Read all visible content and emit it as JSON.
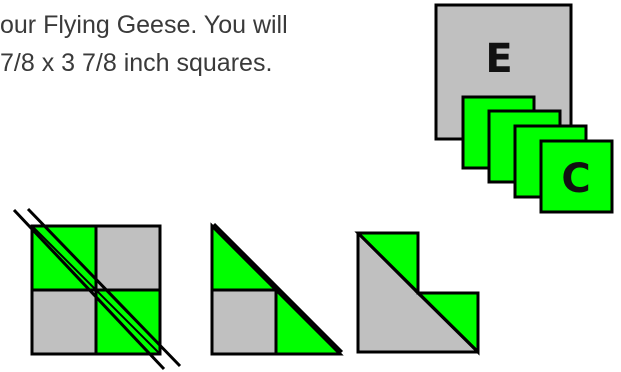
{
  "instructions": {
    "line1": "our Flying Geese. You will",
    "line2": "7/8 x 3 7/8 inch squares."
  },
  "labels": {
    "large_square": "E",
    "small_square": "C"
  },
  "colors": {
    "gray": "#c0c0c0",
    "green": "#00ff00",
    "outline": "#000000"
  }
}
